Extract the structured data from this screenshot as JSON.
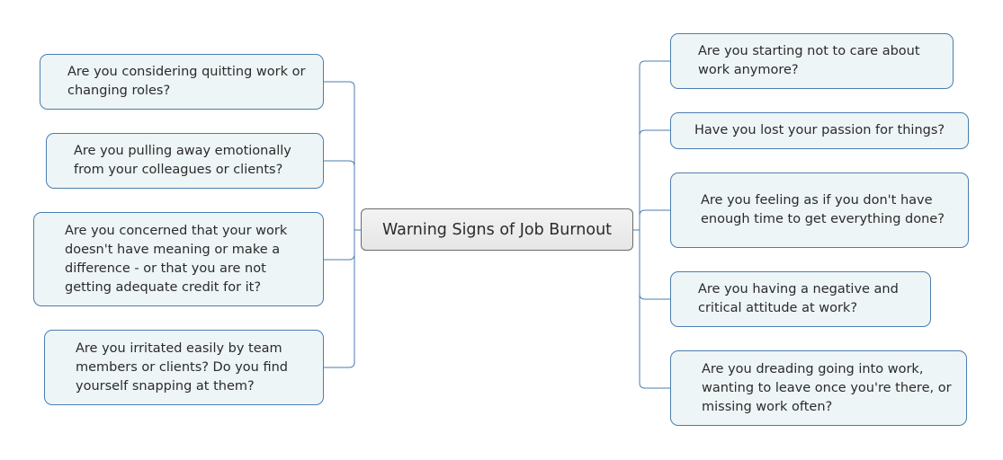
{
  "diagram": {
    "center": "Warning Signs of Job Burnout",
    "left": [
      "Are you considering quitting work or changing roles?",
      "Are you pulling away emotionally from your colleagues or clients?",
      "Are you concerned that your work doesn't have meaning or make a difference - or that you are not getting adequate credit for it?",
      "Are you irritated easily by team members or clients? Do you find yourself snapping at them?"
    ],
    "right": [
      "Are you starting not to care about work anymore?",
      "Have you lost your passion for things?",
      "Are you feeling as if you don't have enough time to get everything done?",
      "Are you having a negative and critical attitude at work?",
      "Are you dreading going into work, wanting to leave once you're there, or missing work often?"
    ],
    "colors": {
      "connector": "#4a7eb0",
      "node_fill": "#eef5f6",
      "node_border": "#4a7eb0",
      "center_border": "#6b6b6b"
    }
  }
}
